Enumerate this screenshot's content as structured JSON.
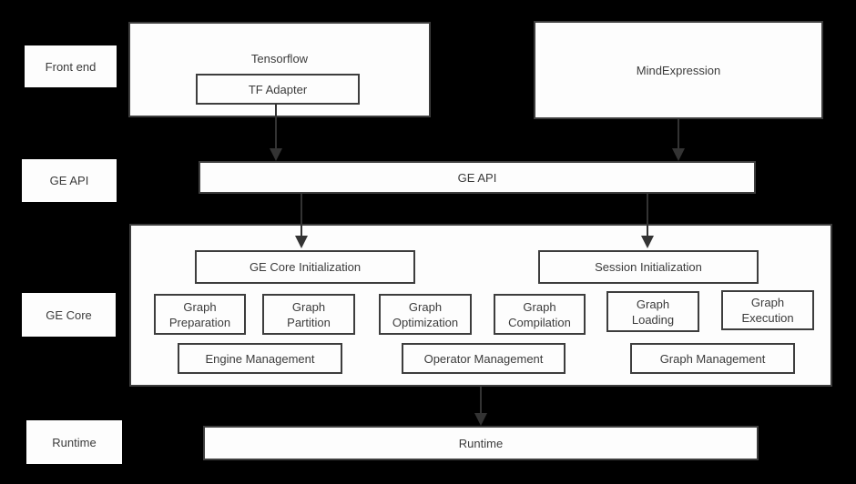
{
  "colors": {
    "background": "#000000",
    "box_fill": "#fdfdfd",
    "box_border": "#3d3d3d",
    "text": "#3b3b3b",
    "arrow": "#333333"
  },
  "side_labels": {
    "front_end": "Front end",
    "ge_api": "GE API",
    "ge_core": "GE Core",
    "runtime": "Runtime"
  },
  "front_end": {
    "tensorflow": "Tensorflow",
    "tf_adapter": "TF Adapter",
    "mind_expression": "MindExpression"
  },
  "ge_api": {
    "label": "GE API"
  },
  "ge_core": {
    "core_init": "GE Core Initialization",
    "session_init": "Session Initialization",
    "stages": [
      "Graph Preparation",
      "Graph Partition",
      "Graph Optimization",
      "Graph Compilation",
      "Graph Loading",
      "Graph Execution"
    ],
    "managers": [
      "Engine Management",
      "Operator Management",
      "Graph Management"
    ]
  },
  "runtime": {
    "label": "Runtime"
  }
}
